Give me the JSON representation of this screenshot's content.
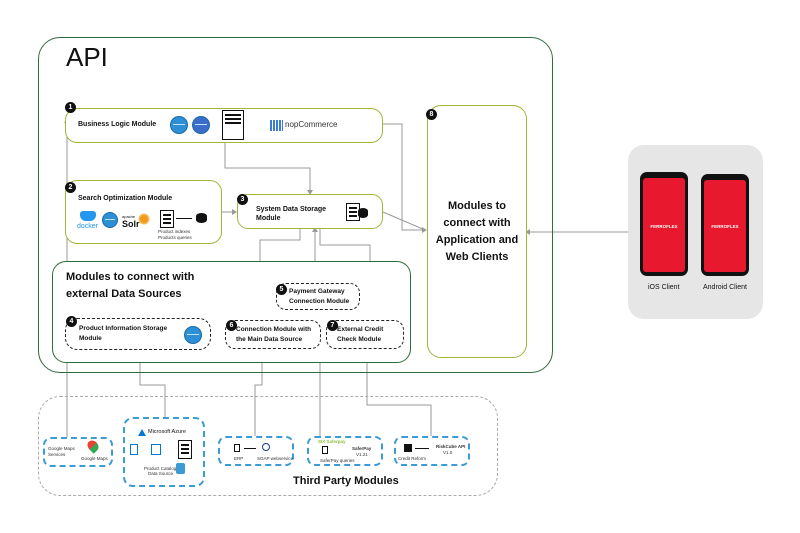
{
  "api": {
    "title": "API"
  },
  "modules": {
    "business_logic": {
      "num": "1",
      "label": "Business Logic Module",
      "brand": "nopCommerce"
    },
    "search": {
      "num": "2",
      "label": "Search Optimization Module",
      "docker": "docker",
      "solr": "Solr",
      "apache": "apache",
      "note1": "Product indexes",
      "note2": "Products queries"
    },
    "storage": {
      "num": "3",
      "label1": "System Data Storage",
      "label2": "Module"
    },
    "external": {
      "title1": "Modules to connect with",
      "title2": "external Data Sources"
    },
    "product_info": {
      "num": "4",
      "label1": "Product Information Storage",
      "label2": "Module"
    },
    "payment": {
      "num": "5",
      "label1": "Payment Gateway",
      "label2": "Connection Module"
    },
    "main_source": {
      "num": "6",
      "label1": "Connection Module with",
      "label2": "the Main Data Source"
    },
    "credit": {
      "num": "7",
      "label1": "External Credit",
      "label2": "Check Module"
    },
    "app_clients": {
      "num": "8",
      "l1": "Modules to",
      "l2": "connect with",
      "l3": "Application and",
      "l4": "Web Clients"
    }
  },
  "clients": {
    "ios": {
      "label": "iOS Client",
      "brand": "FERROFLEX"
    },
    "android": {
      "label": "Android Client",
      "brand": "FERROFLEX"
    }
  },
  "third_party": {
    "title": "Third Party Modules",
    "google": {
      "text": "Google Maps Services",
      "logo": "Google Maps"
    },
    "azure": {
      "title": "Microsoft Azure",
      "note1": "Product Catalog",
      "note2": "Data Source"
    },
    "erp": {
      "a": "ERP",
      "b": "SOAP webservice"
    },
    "saferpay": {
      "brand": "SIX Saferpay",
      "a": "SaferPay",
      "b": "V1.21",
      "c": "SaferPay queries"
    },
    "riskcube": {
      "a": "RiskCube API",
      "b": "V1.0",
      "c": "Credit Reform"
    }
  },
  "colors": {
    "green": "#2f6b3e",
    "olive": "#a3b43a",
    "blue": "#3a9bd5",
    "red": "#e8192f",
    "panel": "#e6e6e6"
  }
}
